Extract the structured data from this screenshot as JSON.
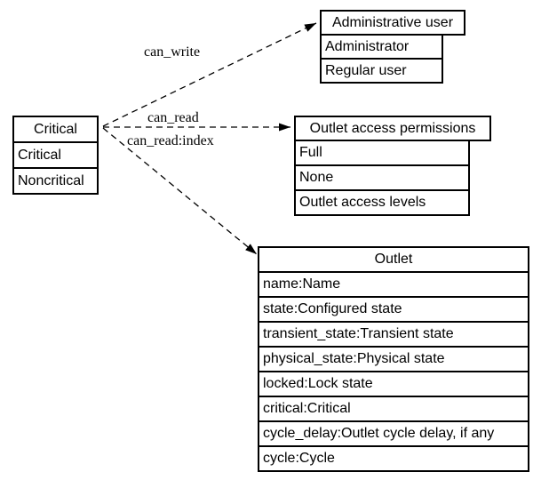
{
  "diagram": {
    "background_color": "#ffffff",
    "line_color": "#000000",
    "box_fill_color": "#ffffff"
  },
  "boxes": {
    "critical": {
      "title": "Critical",
      "rows": [
        "Critical",
        "Noncritical"
      ]
    },
    "admin_user": {
      "title": "Administrative user",
      "rows": [
        "Administrator",
        "Regular user"
      ]
    },
    "outlet_access": {
      "title": "Outlet access permissions",
      "rows": [
        "Full",
        "None",
        "Outlet access levels"
      ]
    },
    "outlet": {
      "title": "Outlet",
      "rows": [
        "name:Name",
        "state:Configured state",
        "transient_state:Transient state",
        "physical_state:Physical state",
        "locked:Lock state",
        "critical:Critical",
        "cycle_delay:Outlet cycle delay, if any",
        "cycle:Cycle"
      ]
    }
  },
  "edges": [
    {
      "label": "can_write",
      "from": "Critical",
      "to": "Administrative user",
      "style": "dashed"
    },
    {
      "label": "can_read",
      "from": "Critical",
      "to": "Outlet access permissions",
      "style": "dashed"
    },
    {
      "label": "can_read:index",
      "from": "Critical",
      "to": "Outlet",
      "style": "dashed"
    }
  ]
}
